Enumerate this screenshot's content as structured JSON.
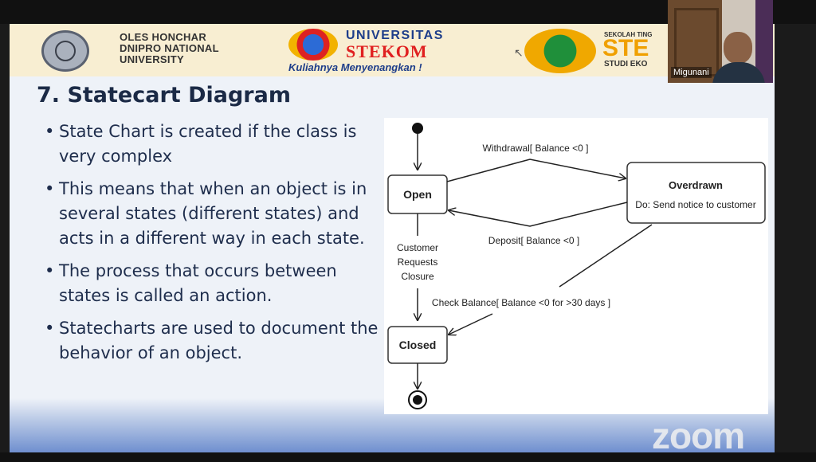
{
  "banner": {
    "oles_line1": "OLES HONCHAR",
    "oles_line2": "DNIPRO NATIONAL",
    "oles_line3": "UNIVERSITY",
    "univ": "UNIVERSITAS",
    "stekom": "STEKOM",
    "motto": "Kuliahnya Menyenangkan !",
    "sekolah": "SEKOLAH TING",
    "ste": "STE",
    "studi": "STUDI EKO"
  },
  "slide": {
    "title": "7. Statecart Diagram",
    "bullets": [
      {
        "text": "State Chart is created if the class is very complex"
      },
      {
        "text": "This means that when an object is in several states (different states) and acts in a different way in each state."
      },
      {
        "text": "The process that occurs between states is called an action."
      },
      {
        "text": "Statecharts are used to document the behavior of an object."
      }
    ]
  },
  "diagram": {
    "states": {
      "open": "Open",
      "overdrawn": "Overdrawn",
      "overdrawn_action": "Do: Send notice to customer",
      "closed": "Closed"
    },
    "transitions": {
      "withdrawal": "Withdrawal[ Balance <0 ]",
      "deposit": "Deposit[ Balance <0 ]",
      "customer_req_1": "Customer",
      "customer_req_2": "Requests",
      "customer_req_3": "Closure",
      "check_balance": "Check Balance[ Balance <0 for >30 days ]"
    }
  },
  "video": {
    "participant_name": "Migunani"
  },
  "watermark": "zoom"
}
